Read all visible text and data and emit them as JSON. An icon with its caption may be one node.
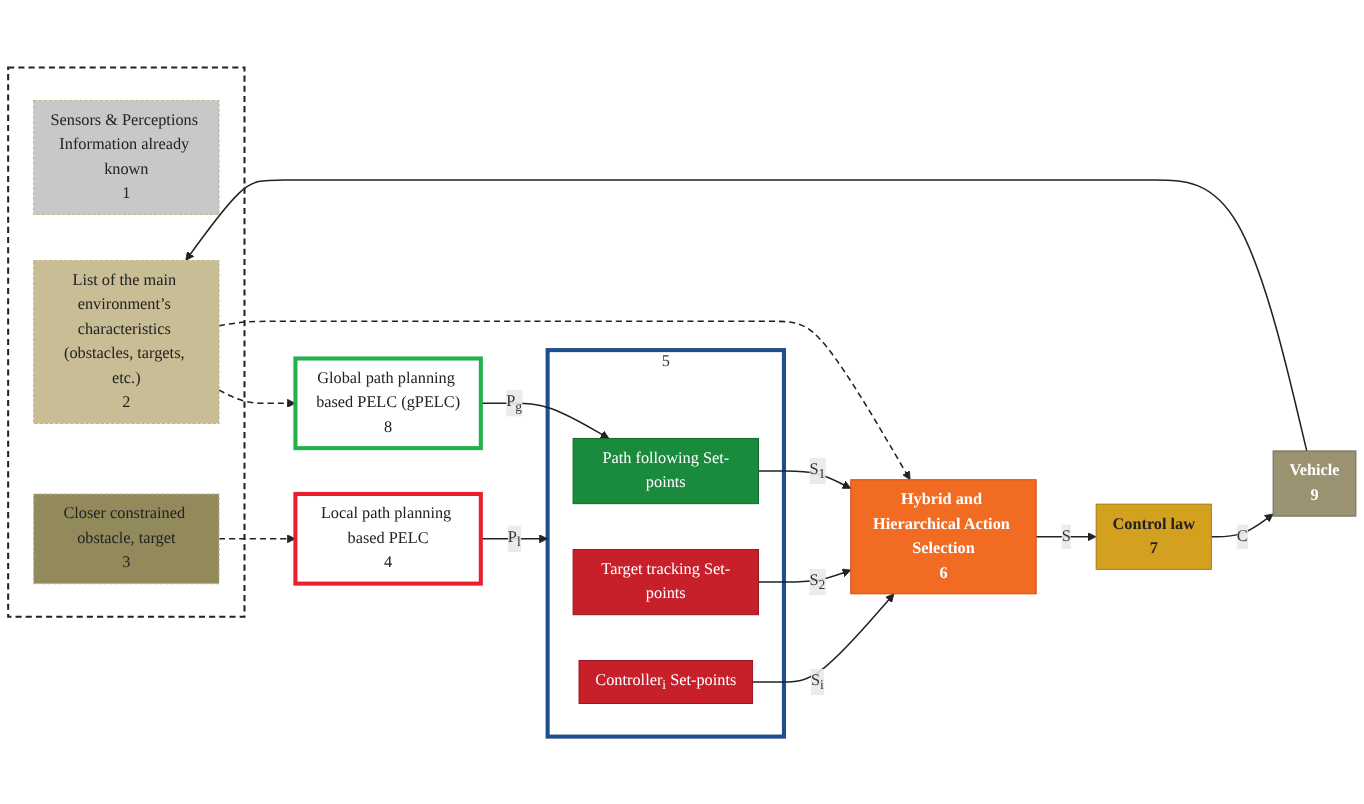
{
  "diagram": {
    "nodes": [
      {
        "text": [
          "Global path planning based PELC (gPELC)",
          "8"
        ]
      },
      {
        "text": [],
        "shape": "box"
      },
      {
        "text": [
          "Sensors & Perceptions Information already known",
          "1"
        ],
        "in": 1
      },
      {
        "text": [
          "List of the main environment’s characteristics (obstacles, targets, etc.)",
          "2"
        ],
        "in": 1
      },
      {
        "text": [
          "Closer constrained obstacle, target",
          "3"
        ],
        "in": 1
      },
      {
        "text": [
          "Local path planning based PELC",
          "4"
        ]
      },
      {
        "text": [
          "5"
        ]
      },
      {
        "text": [
          "Path following Set-points"
        ],
        "in": 6
      },
      {
        "text": [
          "Target tracking Set-points"
        ],
        "in": 6
      },
      {
        "text": [
          "Controller$_{i}$ Set-points"
        ],
        "in": 6
      },
      {
        "text": [
          "Hybrid and Hierarchical Action Selection",
          "6"
        ]
      },
      {
        "text": [
          "Control law",
          "7"
        ]
      },
      {
        "text": [
          "Vehicle",
          "9"
        ]
      }
    ],
    "edges": [
      {
        "from": 3,
        "to": 0,
        "arrow": "to",
        "style": "dashed"
      },
      {
        "from": 4,
        "to": 5,
        "arrow": "to",
        "style": "dashed"
      },
      {
        "from": 0,
        "to": 7,
        "arrow": "to",
        "label": "P$_{g}$"
      },
      {
        "from": 5,
        "to": 6,
        "arrow": "to",
        "label": "P$_{l}$"
      },
      {
        "from": 7,
        "to": 10,
        "arrow": "to",
        "label": "S$_{1}$"
      },
      {
        "from": 8,
        "to": 10,
        "arrow": "to",
        "label": "S$_{2}$"
      },
      {
        "from": 9,
        "to": 10,
        "arrow": "to",
        "label": "S$_{i}$"
      },
      {
        "from": 10,
        "to": 11,
        "arrow": "to",
        "label": "S"
      },
      {
        "from": 11,
        "to": 12,
        "arrow": "to",
        "label": "C"
      },
      {
        "from": 12,
        "to": 3,
        "arrow": "to"
      },
      {
        "from": 3,
        "to": 10,
        "arrow": "to",
        "style": "dashed"
      }
    ]
  }
}
